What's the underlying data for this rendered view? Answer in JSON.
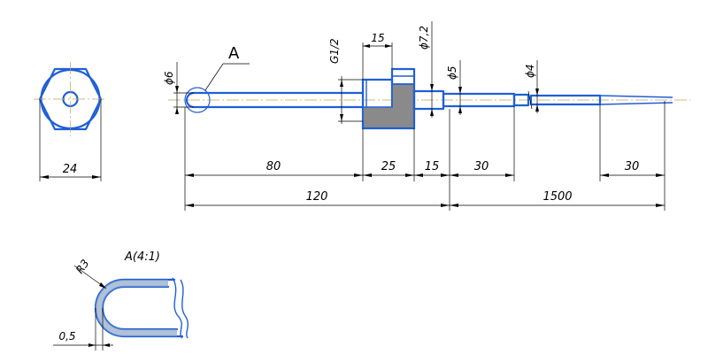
{
  "colors": {
    "contour": "#1f5fd6",
    "dimension": "#000000",
    "axis": "#c8a25a",
    "hatch": "#8a8a8a",
    "background": "#ffffff"
  },
  "main_view": {
    "detail_callout": "A",
    "diameters": {
      "tip": "ϕ6",
      "collar": "ϕ7,2",
      "stem": "ϕ5",
      "cable": "ϕ4"
    },
    "thread": "G1/2",
    "nut_width": "15",
    "linear_dims": {
      "probe": "80",
      "thread_body": "25",
      "collar": "15",
      "stem": "30",
      "cable_end": "30",
      "probe_total": "120",
      "cable_total": "1500"
    }
  },
  "end_view": {
    "across_flats": "24"
  },
  "detail_view": {
    "title": "A(4:1)",
    "radius": "R3",
    "wall": "0,5"
  }
}
